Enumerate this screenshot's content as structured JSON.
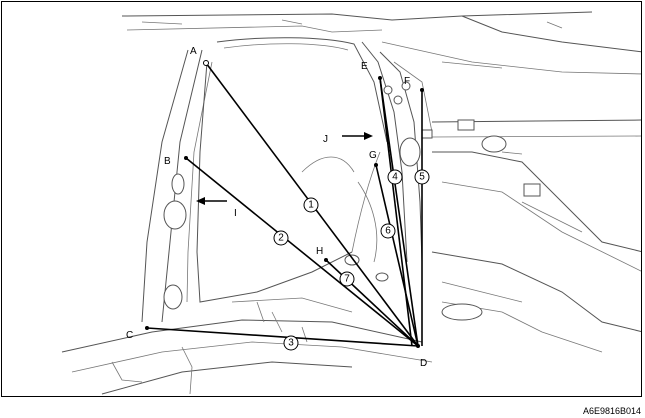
{
  "document": {
    "code": "A6E9816B014"
  },
  "labels": {
    "A": "A",
    "B": "B",
    "C": "C",
    "D": "D",
    "E": "E",
    "F": "F",
    "G": "G",
    "H": "H",
    "I": "I",
    "J": "J"
  },
  "dimensions": {
    "d1": "1",
    "d2": "2",
    "d3": "3",
    "d4": "4",
    "d5": "5",
    "d6": "6",
    "d7": "7"
  },
  "colors": {
    "line": "#000000",
    "outline": "#555555",
    "background": "#ffffff"
  }
}
